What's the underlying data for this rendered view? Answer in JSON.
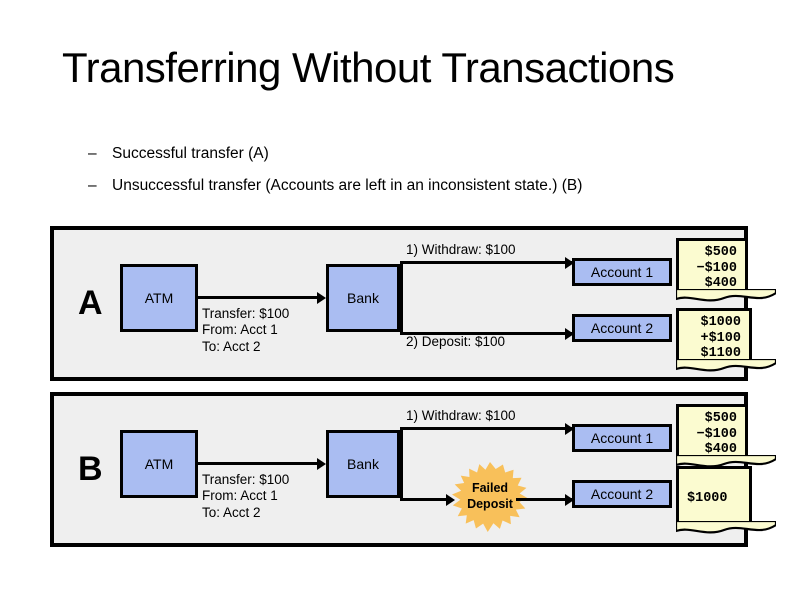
{
  "slide": {
    "title": "Transferring Without Transactions",
    "bullet_marker": "–",
    "bullets": [
      "Successful transfer (A)",
      "Unsuccessful transfer (Accounts are left in an inconsistent state.) (B)"
    ]
  },
  "colors": {
    "box_blue": "#aabdf2",
    "note_yellow": "#fbfbd0",
    "starburst_orange": "#f8c05a",
    "panel_bg": "#efefef",
    "outline": "#000000",
    "shadow": "#808080",
    "page_bg": "#ffffff"
  },
  "panel_a": {
    "letter": "A",
    "atm_label": "ATM",
    "bank_label": "Bank",
    "transfer_label": "Transfer: $100\nFrom: Acct 1\nTo: Acct 2",
    "withdraw_label": "1) Withdraw: $100",
    "deposit_label": "2) Deposit: $100",
    "account1_label": "Account 1",
    "account2_label": "Account 2",
    "note1": {
      "line1": "$500",
      "line2": "−$100",
      "line3": "$400"
    },
    "note2": {
      "line1": "$1000",
      "line2": "+$100",
      "line3": "$1100"
    }
  },
  "panel_b": {
    "letter": "B",
    "atm_label": "ATM",
    "bank_label": "Bank",
    "transfer_label": "Transfer: $100\nFrom: Acct 1\nTo: Acct 2",
    "withdraw_label": "1) Withdraw: $100",
    "failed_line1": "Failed",
    "failed_line2": "Deposit",
    "account1_label": "Account 1",
    "account2_label": "Account 2",
    "note1": {
      "line1": "$500",
      "line2": "−$100",
      "line3": "$400"
    },
    "note2": {
      "amount": "$1000"
    }
  }
}
